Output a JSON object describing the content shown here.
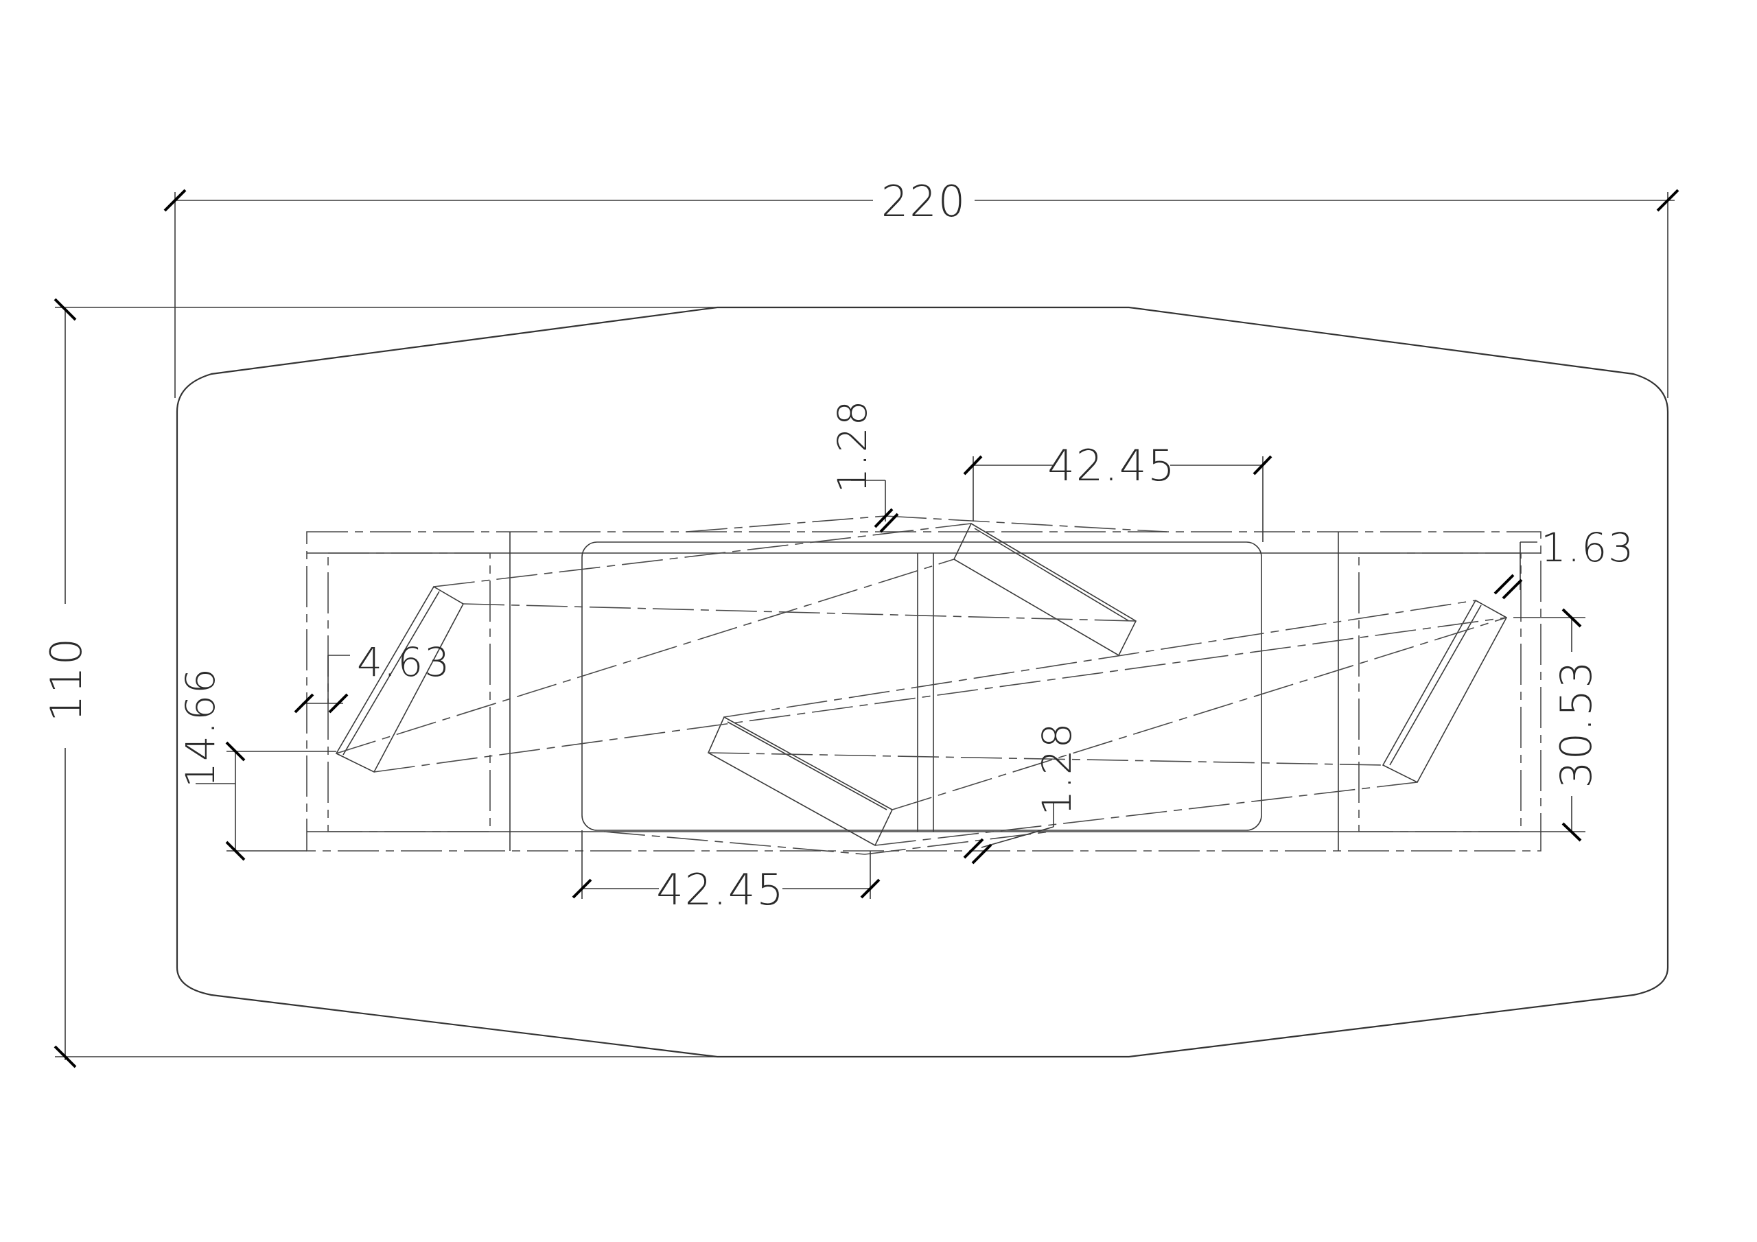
{
  "drawing": {
    "line_color": "#333333",
    "background": "#ffffff"
  },
  "dimensions": {
    "overall_width": "220",
    "overall_depth": "110",
    "top_gap": "1.28",
    "top_span": "42.45",
    "right_gap": "1.63",
    "left_offset": "4.63",
    "left_depth": "14.66",
    "right_depth": "30.53",
    "bottom_gap": "1.28",
    "bottom_span": "42.45"
  }
}
